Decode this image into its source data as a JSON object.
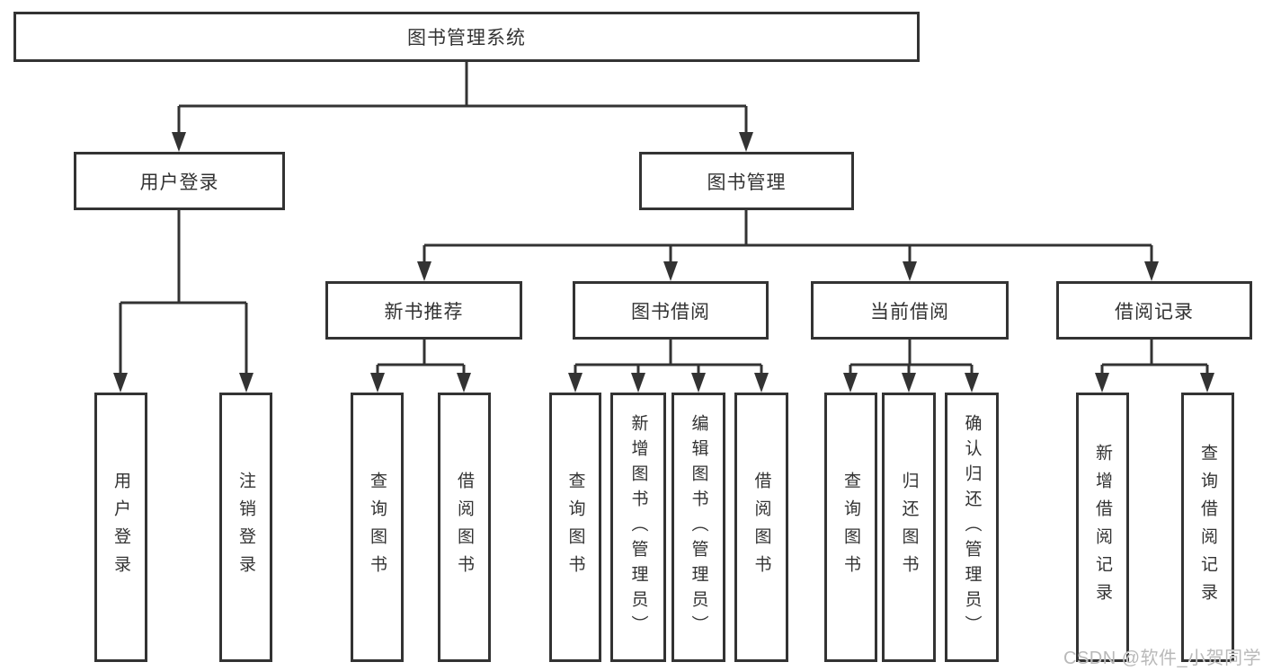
{
  "tree": {
    "label": "图书管理系统",
    "children": [
      {
        "label": "用户登录",
        "children": [
          {
            "label": "用户登录"
          },
          {
            "label": "注销登录"
          }
        ]
      },
      {
        "label": "图书管理",
        "children": [
          {
            "label": "新书推荐",
            "children": [
              {
                "label": "查询图书"
              },
              {
                "label": "借阅图书"
              }
            ]
          },
          {
            "label": "图书借阅",
            "children": [
              {
                "label": "查询图书"
              },
              {
                "label": "新增图书（管理员）"
              },
              {
                "label": "编辑图书（管理员）"
              },
              {
                "label": "借阅图书"
              }
            ]
          },
          {
            "label": "当前借阅",
            "children": [
              {
                "label": "查询图书"
              },
              {
                "label": "归还图书"
              },
              {
                "label": "确认归还（管理员）"
              }
            ]
          },
          {
            "label": "借阅记录",
            "children": [
              {
                "label": "新增借阅记录"
              },
              {
                "label": "查询借阅记录"
              }
            ]
          }
        ]
      }
    ]
  },
  "watermark": {
    "text": "CSDN @软件_小贺同学",
    "color": "#b9b9b9"
  },
  "colors": {
    "line": "#333333",
    "box_border": "#333333",
    "box_background": "#ffffff",
    "text": "#333333",
    "page_background": "#ffffff"
  }
}
